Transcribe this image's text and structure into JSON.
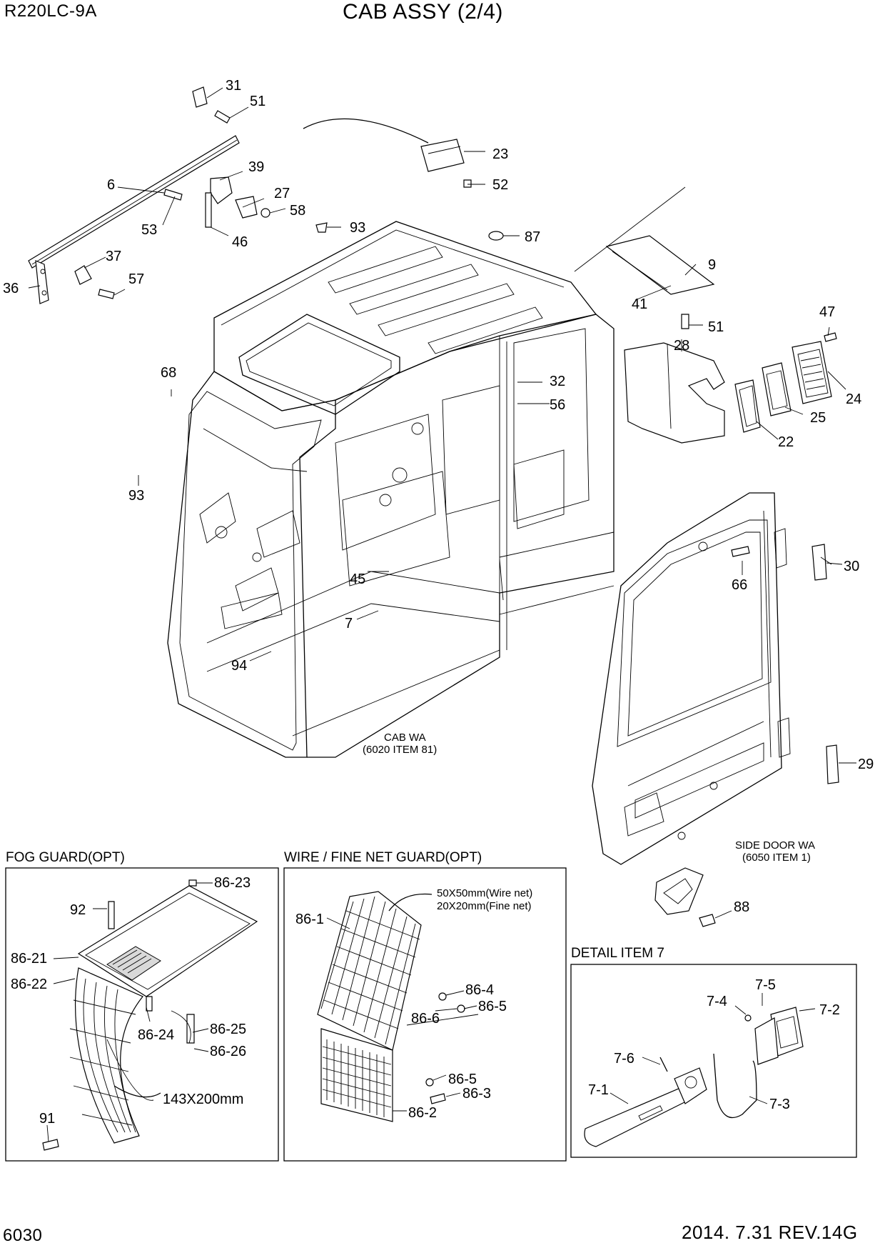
{
  "header": {
    "model": "R220LC-9A",
    "title": "CAB ASSY (2/4)"
  },
  "footer": {
    "page_number": "6030",
    "revision": "2014. 7.31  REV.14G"
  },
  "annotations": {
    "cab_wa_1": "CAB WA",
    "cab_wa_2": "(6020 ITEM 81)",
    "side_door_1": "SIDE DOOR WA",
    "side_door_2": "(6050 ITEM 1)",
    "net_size_1": "50X50mm(Wire net)",
    "net_size_2": "20X20mm(Fine net)",
    "fog_size": "143X200mm"
  },
  "sections": {
    "fog_guard": "FOG GUARD(OPT)",
    "wire_guard": "WIRE / FINE NET GUARD(OPT)",
    "detail_7": "DETAIL ITEM 7"
  },
  "callouts": {
    "c31": "31",
    "c51a": "51",
    "c23": "23",
    "c52": "52",
    "c39": "39",
    "c6": "6",
    "c27": "27",
    "c58": "58",
    "c53": "53",
    "c46": "46",
    "c93a": "93",
    "c87": "87",
    "c9": "9",
    "c37": "37",
    "c57": "57",
    "c36": "36",
    "c41": "41",
    "c51b": "51",
    "c47": "47",
    "c28": "28",
    "c24": "24",
    "c68": "68",
    "c32": "32",
    "c56": "56",
    "c25": "25",
    "c22": "22",
    "c93b": "93",
    "c30": "30",
    "c66": "66",
    "c45": "45",
    "c7": "7",
    "c94": "94",
    "c29": "29",
    "c88": "88",
    "f86_23": "86-23",
    "f92": "92",
    "f86_21": "86-21",
    "f86_22": "86-22",
    "f86_25": "86-25",
    "f86_24": "86-24",
    "f86_26": "86-26",
    "f91": "91",
    "w86_1": "86-1",
    "w86_4": "86-4",
    "w86_6": "86-6",
    "w86_5a": "86-5",
    "w86_5b": "86-5",
    "w86_3": "86-3",
    "w86_2": "86-2",
    "d7_5": "7-5",
    "d7_4": "7-4",
    "d7_2": "7-2",
    "d7_6": "7-6",
    "d7_1": "7-1",
    "d7_3": "7-3"
  }
}
